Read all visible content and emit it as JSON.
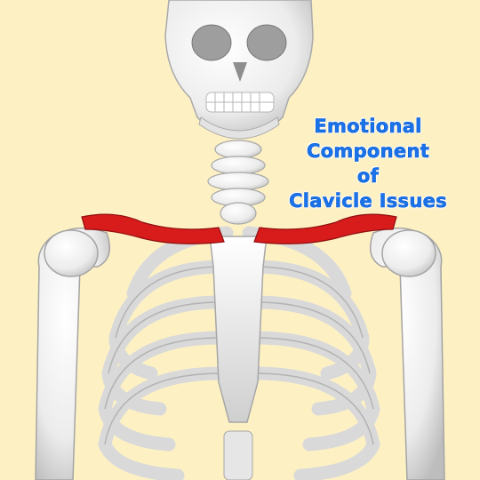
{
  "caption": {
    "line1": "Emotional",
    "line2": "Component",
    "line3": "of",
    "line4": "Clavicle Issues"
  },
  "colors": {
    "background": "#fdf1c4",
    "bone": "#f2f2f2",
    "bone_shadow": "#c9c9c9",
    "clavicle_highlight": "#d81b1b",
    "caption_text": "#1a73e8"
  },
  "highlighted_bone": "clavicle"
}
